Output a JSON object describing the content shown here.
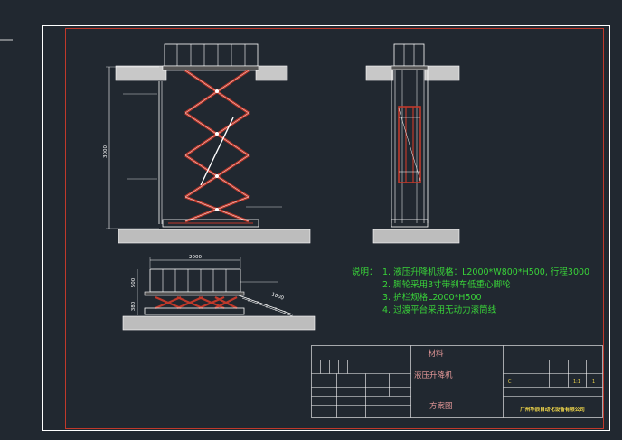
{
  "notes": {
    "title": "说明：",
    "items": [
      "1. 液压升降机规格：L2000*W800*H500, 行程3000",
      "2. 脚轮采用3寸带刹车低重心脚轮",
      "3. 护栏规格L2000*H500",
      "4. 过渡平台采用无动力滚筒线"
    ]
  },
  "title_block": {
    "material_label": "材料",
    "product_name": "液压升降机",
    "drawing_type": "方案图",
    "company": "广州华辰自动化设备有限公司",
    "code_letter": "C",
    "scale": "1:1",
    "sheet": "1"
  },
  "dimensions": {
    "height_3000": "3000",
    "length_2000": "2000",
    "height_500": "500",
    "height_380": "380",
    "ramp_1000": "1000"
  },
  "colors": {
    "background": "#212830",
    "frame": "#ffffff",
    "inner_border": "#c0392b",
    "note_text": "#39d339",
    "scissor": "#c0392b",
    "title_block_text": "#e89a9a"
  }
}
